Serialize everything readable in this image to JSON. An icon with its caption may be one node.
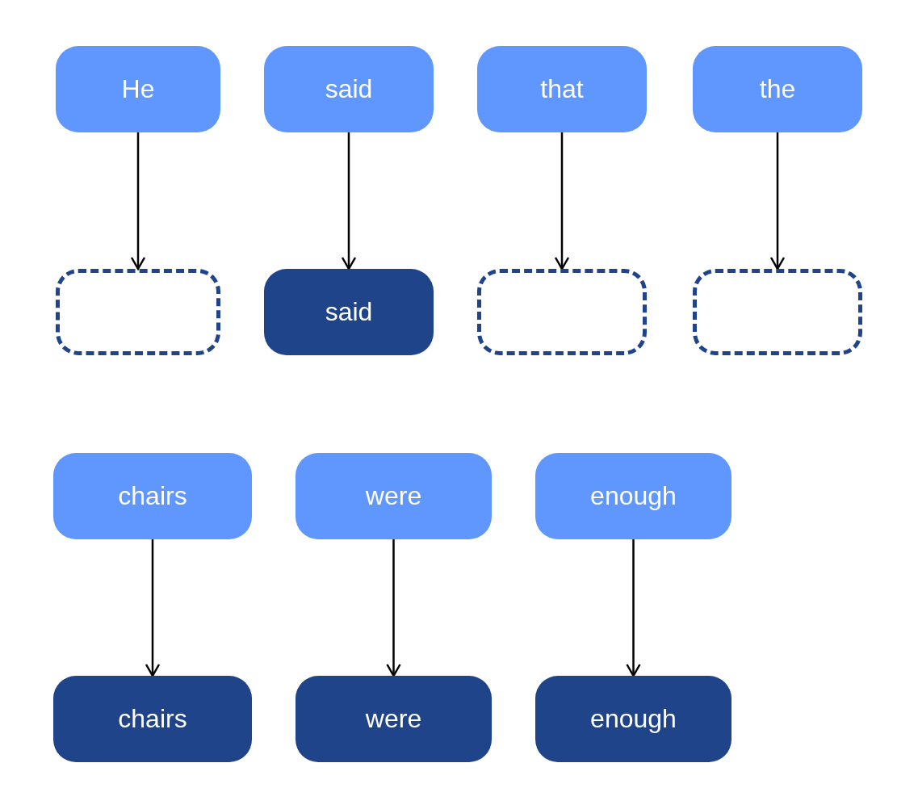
{
  "diagram": {
    "nodes": [
      {
        "text": [
          "He"
        ]
      },
      {
        "text": [
          "said"
        ]
      },
      {
        "text": [
          "that"
        ]
      },
      {
        "text": [
          "the"
        ]
      },
      {
        "text": [],
        "shape": "box"
      },
      {
        "text": [
          "said"
        ]
      },
      {
        "text": [],
        "shape": "box"
      },
      {
        "text": [],
        "shape": "box"
      },
      {
        "text": [
          "chairs"
        ]
      },
      {
        "text": [
          "were"
        ]
      },
      {
        "text": [
          "enough"
        ]
      },
      {
        "text": [
          "chairs"
        ]
      },
      {
        "text": [
          "were"
        ]
      },
      {
        "text": [
          "enough"
        ]
      }
    ],
    "edges": [
      {
        "from": 0,
        "to": 4,
        "arrow": "to"
      },
      {
        "from": 1,
        "to": 5,
        "arrow": "to"
      },
      {
        "from": 2,
        "to": 6,
        "arrow": "to"
      },
      {
        "from": 3,
        "to": 7,
        "arrow": "to"
      },
      {
        "from": 8,
        "to": 11,
        "arrow": "to"
      },
      {
        "from": 9,
        "to": 12,
        "arrow": "to"
      },
      {
        "from": 10,
        "to": 13,
        "arrow": "to"
      }
    ]
  }
}
